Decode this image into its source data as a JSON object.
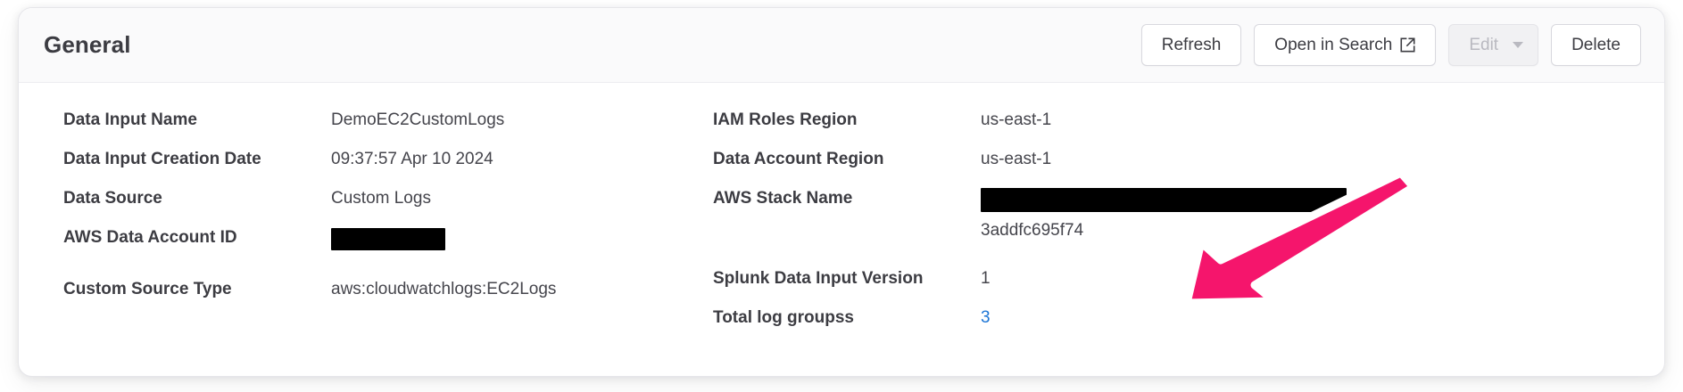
{
  "card": {
    "title": "General",
    "actions": [
      {
        "label": "Refresh",
        "name": "refresh-button",
        "state": "enabled",
        "icon": null
      },
      {
        "label": "Open in Search",
        "name": "open-in-search-button",
        "state": "enabled",
        "icon": "external-link-icon"
      },
      {
        "label": "Edit",
        "name": "edit-button",
        "state": "disabled",
        "icon": "chevron-down-icon"
      },
      {
        "label": "Delete",
        "name": "delete-button",
        "state": "enabled",
        "icon": null
      }
    ]
  },
  "left_column": [
    {
      "label": "Data Input Name",
      "value": "DemoEC2CustomLogs",
      "type": "text"
    },
    {
      "label": "Data Input Creation Date",
      "value": "09:37:57 Apr 10 2024",
      "type": "text"
    },
    {
      "label": "Data Source",
      "value": "Custom Logs",
      "type": "text"
    },
    {
      "label": "AWS Data Account ID",
      "value": "",
      "type": "redacted"
    },
    {
      "label": "Custom Source Type",
      "value": "aws:cloudwatchlogs:EC2Logs",
      "type": "text"
    }
  ],
  "right_column": [
    {
      "label": "IAM Roles Region",
      "value": "us-east-1",
      "type": "text"
    },
    {
      "label": "Data Account Region",
      "value": "us-east-1",
      "type": "text"
    },
    {
      "label": "AWS Stack Name",
      "value": "3addfc695f74",
      "type": "redacted-with-text"
    },
    {
      "label": "Splunk Data Input Version",
      "value": "1",
      "type": "text"
    },
    {
      "label": "Total log groupss",
      "value": "3",
      "type": "link"
    }
  ],
  "annotation": {
    "name": "pink-arrow-annotation",
    "points_to": "Total log groupss value",
    "fill": "#F5156C",
    "stroke": "#FFFFFF"
  },
  "colors": {
    "link": "#1d76d6",
    "text": "#3c3c42",
    "header_bg": "#fafafb",
    "redaction": "#000000"
  }
}
